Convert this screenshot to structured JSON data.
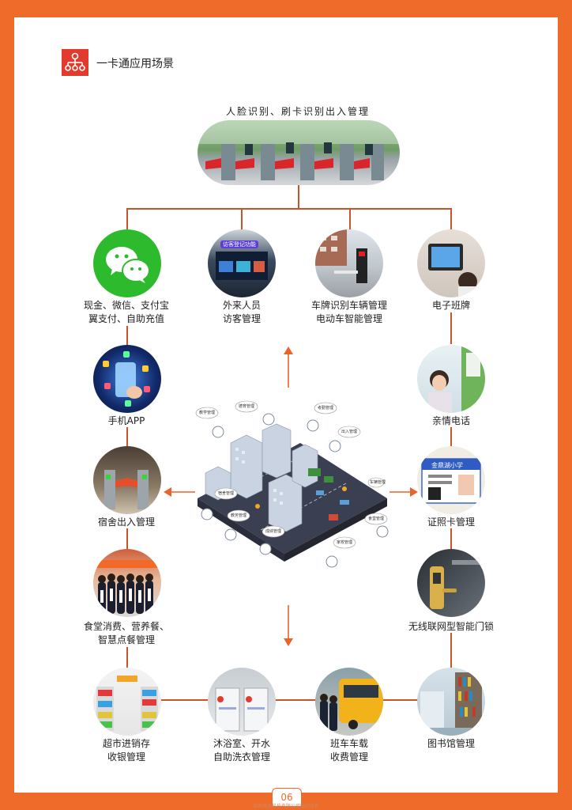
{
  "header": {
    "title": "一卡通应用场景"
  },
  "top": {
    "caption": "人脸识别、刷卡识别出入管理"
  },
  "nodes": {
    "payment": {
      "line1": "现金、微信、支付宝",
      "line2": "翼支付、自助充值"
    },
    "visitor": {
      "line1": "外来人员",
      "line2": "访客管理",
      "screen_text": "访客登记功能"
    },
    "vehicle": {
      "line1": "车牌识别车辆管理",
      "line2": "电动车智能管理"
    },
    "board": {
      "line1": "电子班牌"
    },
    "app": {
      "line1": "手机APP"
    },
    "phone": {
      "line1": "亲情电话"
    },
    "dorm": {
      "line1": "宿舍出入管理"
    },
    "idcard": {
      "line1": "证照卡管理",
      "card_text": "金鼎湖小学"
    },
    "canteen": {
      "line1": "食堂消费、营养餐、",
      "line2": "智慧点餐管理"
    },
    "doorlock": {
      "line1": "无线联网型智能门锁"
    },
    "market": {
      "line1": "超市进销存",
      "line2": "收银管理"
    },
    "bath": {
      "line1": "沐浴室、开水",
      "line2": "自助洗衣管理"
    },
    "bus": {
      "line1": "班车车载",
      "line2": "收费管理"
    },
    "library": {
      "line1": "图书馆管理"
    }
  },
  "center_tags": [
    "教学管理",
    "德育管理",
    "考勤管理",
    "出入管理",
    "宿舍管理",
    "教务管理",
    "成绩管理",
    "家校管理",
    "食堂管理",
    "车辆管理"
  ],
  "footer": {
    "page_number": "06",
    "copyright": "云南恒达科技有限公司版权所有"
  },
  "colors": {
    "frame": "#ee6b2a",
    "line": "#c9542a",
    "accent": "#e23a2c"
  }
}
